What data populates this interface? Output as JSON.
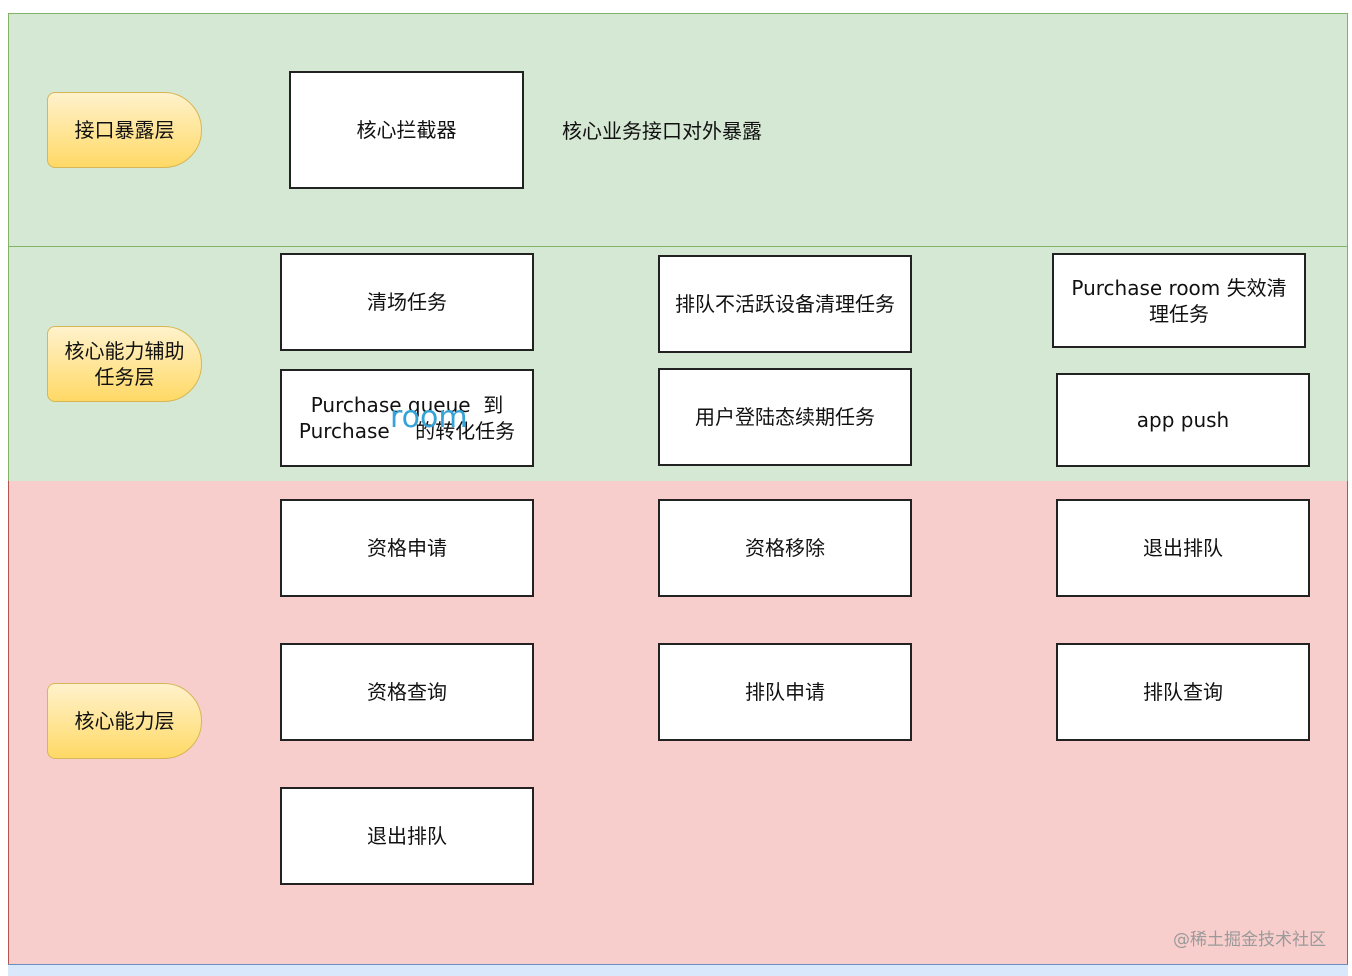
{
  "layers": {
    "interface": {
      "label": "接口暴露层"
    },
    "auxiliary": {
      "label": "核心能力辅助\n任务层"
    },
    "core": {
      "label": "核心能力层"
    }
  },
  "interface_layer": {
    "interceptor": "核心拦截器",
    "caption": "核心业务接口对外暴露"
  },
  "auxiliary_tasks": {
    "clear_field": "清场任务",
    "inactive_cleanup": "排队不活跃设备清理任务",
    "room_expire_cleanup": "Purchase room 失效清理任务",
    "queue_to_room": "Purchase queue  到 Purchase    的转化任务",
    "login_renewal": "用户登陆态续期任务",
    "app_push": "app push"
  },
  "overlay_text": "room",
  "core_abilities": {
    "qualification_apply": "资格申请",
    "qualification_remove": "资格移除",
    "exit_queue_1": "退出排队",
    "qualification_query": "资格查询",
    "queue_apply": "排队申请",
    "queue_query": "排队查询",
    "exit_queue_2": "退出排队"
  },
  "watermark": "@稀土掘金技术社区",
  "colors": {
    "interface_band": "#d5e8d4",
    "auxiliary_band": "#d5e8d4",
    "core_band": "#f8cecc",
    "label_fill": "#ffd966",
    "overlay_text": "#35a3d8"
  }
}
